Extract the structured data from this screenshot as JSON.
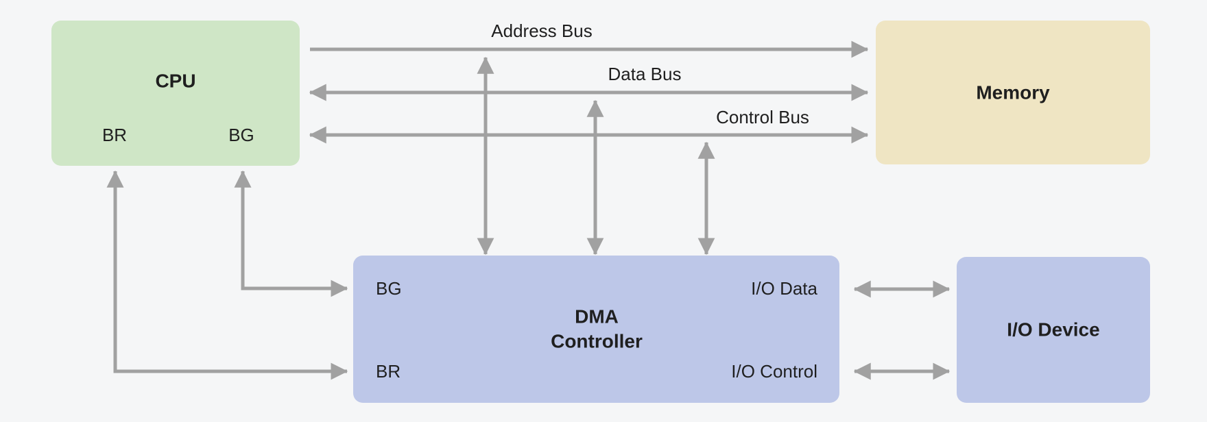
{
  "colors": {
    "background": "#f5f6f7",
    "arrow": "#a1a1a1",
    "text": "#1f1f1f",
    "cpu_fill": "#cfe6c6",
    "memory_fill": "#efe5c3",
    "dma_fill": "#bdc7e8",
    "io_device_fill": "#bdc7e8"
  },
  "blocks": {
    "cpu": {
      "title": "CPU",
      "ports": {
        "br": "BR",
        "bg": "BG"
      }
    },
    "memory": {
      "title": "Memory"
    },
    "dma_controller": {
      "title_line1": "DMA",
      "title_line2": "Controller",
      "ports": {
        "bg": "BG",
        "br": "BR",
        "io_data": "I/O Data",
        "io_control": "I/O Control"
      }
    },
    "io_device": {
      "title": "I/O Device"
    }
  },
  "buses": {
    "address": {
      "label": "Address Bus"
    },
    "data": {
      "label": "Data Bus"
    },
    "control": {
      "label": "Control Bus"
    }
  }
}
